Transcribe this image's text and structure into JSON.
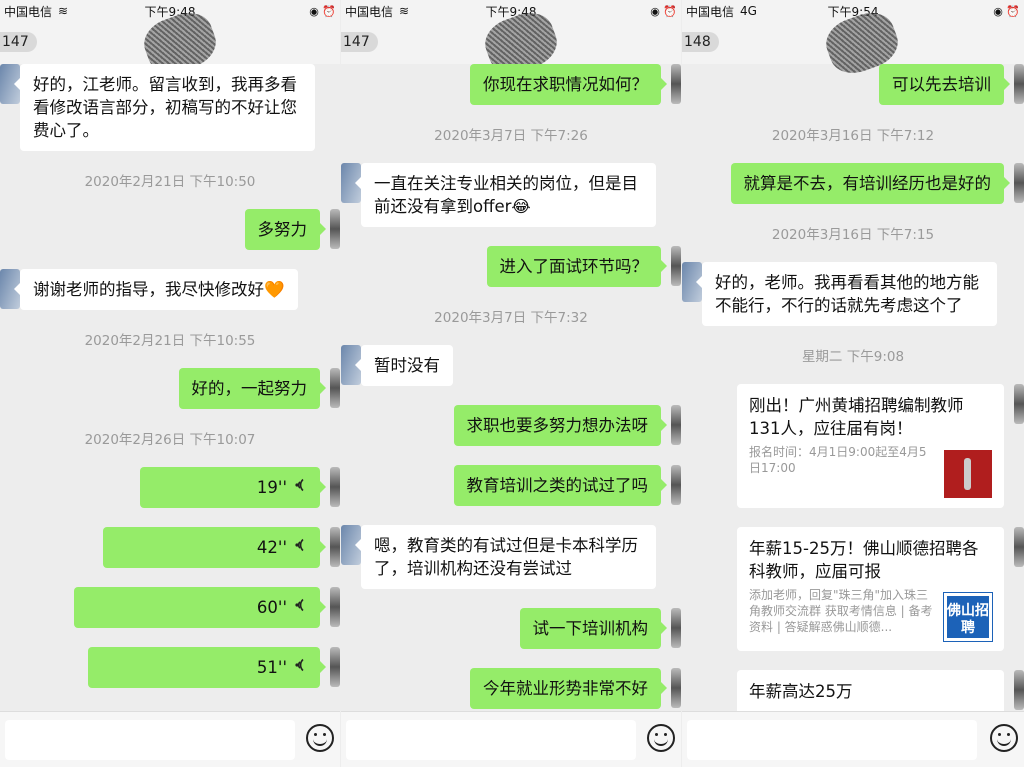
{
  "panels": [
    {
      "status": {
        "carrier": "中国电信",
        "network": "wifi",
        "time": "下午9:48",
        "indicators": "◉ ⏰"
      },
      "unread_badge": "147",
      "messages": [
        {
          "type": "text",
          "side": "left",
          "text": "好的，江老师。留言收到，我再多看看修改语言部分，初稿写的不好让您费心了。"
        },
        {
          "type": "time",
          "text": "2020年2月21日 下午10:50"
        },
        {
          "type": "text",
          "side": "right",
          "text": "多努力"
        },
        {
          "type": "text",
          "side": "left",
          "text": "谢谢老师的指导，我尽快修改好🧡"
        },
        {
          "type": "time",
          "text": "2020年2月21日 下午10:55"
        },
        {
          "type": "text",
          "side": "right",
          "text": "好的，一起努力"
        },
        {
          "type": "time",
          "text": "2020年2月26日 下午10:07"
        },
        {
          "type": "voice",
          "side": "right",
          "text": "19''",
          "seconds": 19
        },
        {
          "type": "voice",
          "side": "right",
          "text": "42''",
          "seconds": 42
        },
        {
          "type": "voice",
          "side": "right",
          "text": "60''",
          "seconds": 60
        },
        {
          "type": "voice",
          "side": "right",
          "text": "51''",
          "seconds": 51
        }
      ]
    },
    {
      "status": {
        "carrier": "中国电信",
        "network": "wifi",
        "time": "下午9:48",
        "indicators": "◉ ⏰"
      },
      "unread_badge": "147",
      "messages": [
        {
          "type": "text",
          "side": "right",
          "text": "你现在求职情况如何？"
        },
        {
          "type": "time",
          "text": "2020年3月7日 下午7:26"
        },
        {
          "type": "text",
          "side": "left",
          "text": "一直在关注专业相关的岗位，但是目前还没有拿到offer😂"
        },
        {
          "type": "text",
          "side": "right",
          "text": "进入了面试环节吗？"
        },
        {
          "type": "time",
          "text": "2020年3月7日 下午7:32"
        },
        {
          "type": "text",
          "side": "left",
          "text": "暂时没有"
        },
        {
          "type": "text",
          "side": "right",
          "text": "求职也要多努力想办法呀"
        },
        {
          "type": "text",
          "side": "right",
          "text": "教育培训之类的试过了吗"
        },
        {
          "type": "text",
          "side": "left",
          "text": "嗯，教育类的有试过但是卡本科学历了，培训机构还没有尝试过"
        },
        {
          "type": "text",
          "side": "right",
          "text": "试一下培训机构"
        },
        {
          "type": "text",
          "side": "right",
          "text": "今年就业形势非常不好"
        }
      ]
    },
    {
      "status": {
        "carrier": "中国电信",
        "network": "4G",
        "time": "下午9:54",
        "indicators": "◉ ⏰"
      },
      "unread_badge": "148",
      "messages": [
        {
          "type": "text",
          "side": "right",
          "text": "可以先去培训"
        },
        {
          "type": "time",
          "text": "2020年3月16日 下午7:12"
        },
        {
          "type": "text",
          "side": "right",
          "text": "就算是不去，有培训经历也是好的"
        },
        {
          "type": "time",
          "text": "2020年3月16日 下午7:15"
        },
        {
          "type": "text",
          "side": "left",
          "text": "好的，老师。我再看看其他的地方能不能行，不行的话就先考虑这个了"
        },
        {
          "type": "time",
          "text": "星期二 下午9:08"
        },
        {
          "type": "card",
          "side": "right",
          "title": "刚出！广州黄埔招聘编制教师131人，应往届有岗！",
          "desc": "报名时间：4月1日9:00起至4月5日17:00",
          "thumb": "mic"
        },
        {
          "type": "card",
          "side": "right",
          "title": "年薪15-25万！佛山顺德招聘各科教师，应届可报",
          "desc": "添加老师，回复\"珠三角\"加入珠三角教师交流群 获取考情信息 | 备考资料 | 答疑解惑佛山顺德...",
          "thumb": "logo",
          "thumb_text": "佛山招聘"
        },
        {
          "type": "card",
          "side": "right",
          "title": "年薪高达25万",
          "desc": "",
          "thumb": "none"
        }
      ]
    }
  ]
}
